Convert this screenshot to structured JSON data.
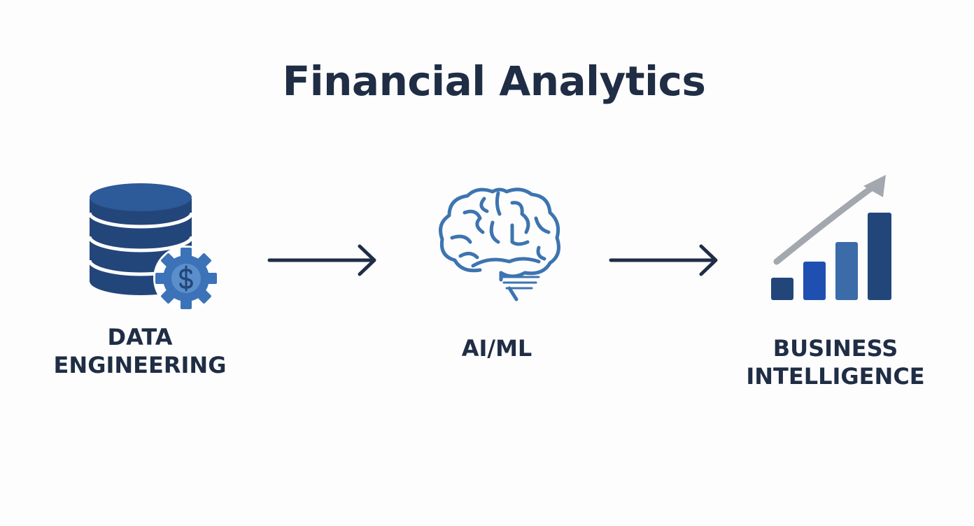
{
  "title": "Financial Analytics",
  "stages": [
    {
      "label_lines": [
        "DATA",
        "ENGINEERING"
      ],
      "icon": "database-dollar-gear-icon"
    },
    {
      "label_lines": [
        "AI/ML"
      ],
      "icon": "brain-icon"
    },
    {
      "label_lines": [
        "BUSINESS",
        "INTELLIGENCE"
      ],
      "icon": "growth-bar-chart-icon"
    }
  ],
  "connectors": [
    "arrow-right-icon",
    "arrow-right-icon"
  ],
  "colors": {
    "text": "#1f2d45",
    "navy": "#23467a",
    "blue_mid": "#3b6ba8",
    "blue_light": "#5b8fcc",
    "blue_bright": "#1f4fb0",
    "gray_arrow": "#a3a8ae",
    "brain_stroke": "#3d74b0"
  }
}
